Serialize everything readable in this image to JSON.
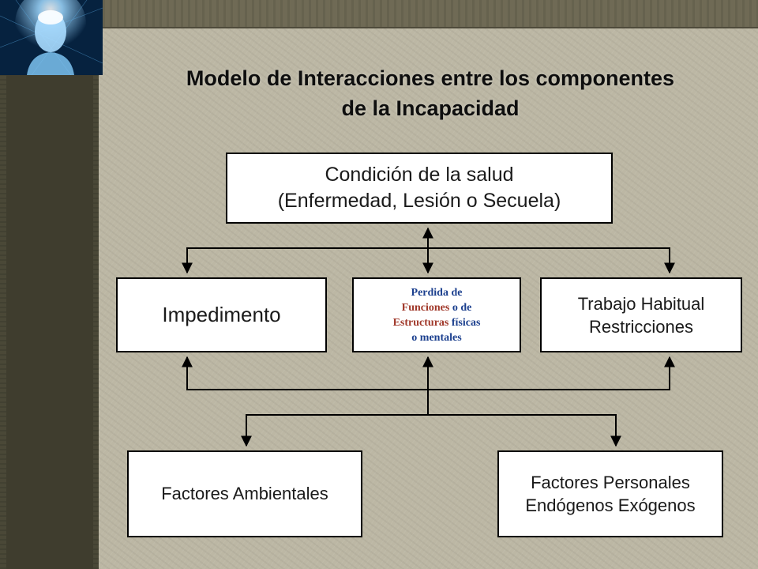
{
  "slide": {
    "title_line1": "Modelo de Interacciones entre los componentes",
    "title_line2": "de la Incapacidad"
  },
  "diagram": {
    "health_condition": {
      "line1": "Condición de la salud",
      "line2": "(Enfermedad, Lesión o Secuela)"
    },
    "impairment": {
      "label": "Impedimento"
    },
    "function_loss": {
      "line1": "Perdida de",
      "line2_a": "Funciones",
      "line2_b": " o de",
      "line3_a": "Estructuras",
      "line3_b": " físicas",
      "line4": "o mentales"
    },
    "work": {
      "line1": "Trabajo Habitual",
      "line2": "Restricciones"
    },
    "environmental": {
      "label": "Factores Ambientales"
    },
    "personal": {
      "line1": "Factores Personales",
      "line2": "Endógenos Exógenos"
    }
  },
  "colors": {
    "text_blue": "#1b3f8e",
    "text_red": "#a0382a",
    "background": "#bcb7a4",
    "logo_blue": "#06223f"
  }
}
